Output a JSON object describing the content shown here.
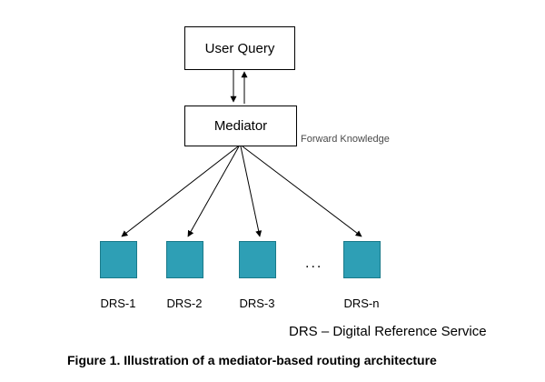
{
  "diagram": {
    "top_box_label": "User Query",
    "mediator_box_label": "Mediator",
    "forward_knowledge_label": "Forward Knowledge",
    "nodes": [
      {
        "label": "DRS-1"
      },
      {
        "label": "DRS-2"
      },
      {
        "label": "DRS-3"
      },
      {
        "label": "DRS-n"
      }
    ],
    "ellipsis": "...",
    "legend": "DRS – Digital Reference Service",
    "caption": "Figure 1. Illustration of a mediator-based routing architecture",
    "colors": {
      "node_fill": "#2E9FB5",
      "line": "#000000"
    }
  }
}
